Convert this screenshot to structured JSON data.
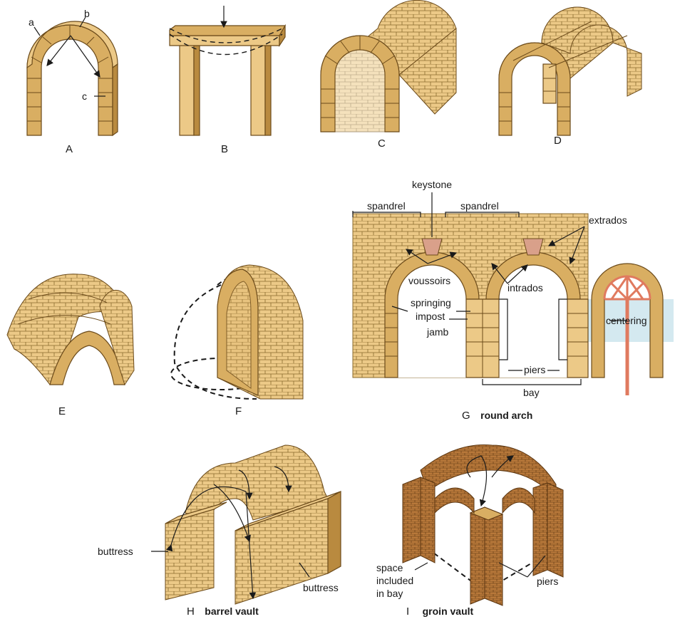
{
  "panels": {
    "A": {
      "caption": "A",
      "labels": {
        "a": "a",
        "b": "b",
        "c": "c"
      }
    },
    "B": {
      "caption": "B"
    },
    "C": {
      "caption": "C"
    },
    "D": {
      "caption": "D"
    },
    "E": {
      "caption": "E"
    },
    "F": {
      "caption": "F"
    },
    "G": {
      "caption_letter": "G",
      "caption_text": "round arch",
      "labels": {
        "keystone": "keystone",
        "spandrel_left": "spandrel",
        "spandrel_right": "spandrel",
        "extrados": "extrados",
        "voussoirs": "voussoirs",
        "intrados": "intrados",
        "springing": "springing",
        "impost": "impost",
        "jamb": "jamb",
        "centering": "centering",
        "piers": "piers",
        "bay": "bay"
      }
    },
    "H": {
      "caption_letter": "H",
      "caption_text": "barrel vault",
      "labels": {
        "buttress_left": "buttress",
        "buttress_right": "buttress"
      }
    },
    "I": {
      "caption_letter": "I",
      "caption_text": "groin vault",
      "labels": {
        "space_line1": "space",
        "space_line2": "included",
        "space_line3": "in bay",
        "piers": "piers"
      }
    }
  },
  "colors": {
    "stone": "#d9ae62",
    "stone_light": "#ecc987",
    "wall": "#f1d79a",
    "keystone": "#d9a08a",
    "centering": "#e07a5f",
    "water": "#c9e3ec",
    "brick": "#a86a2a"
  }
}
